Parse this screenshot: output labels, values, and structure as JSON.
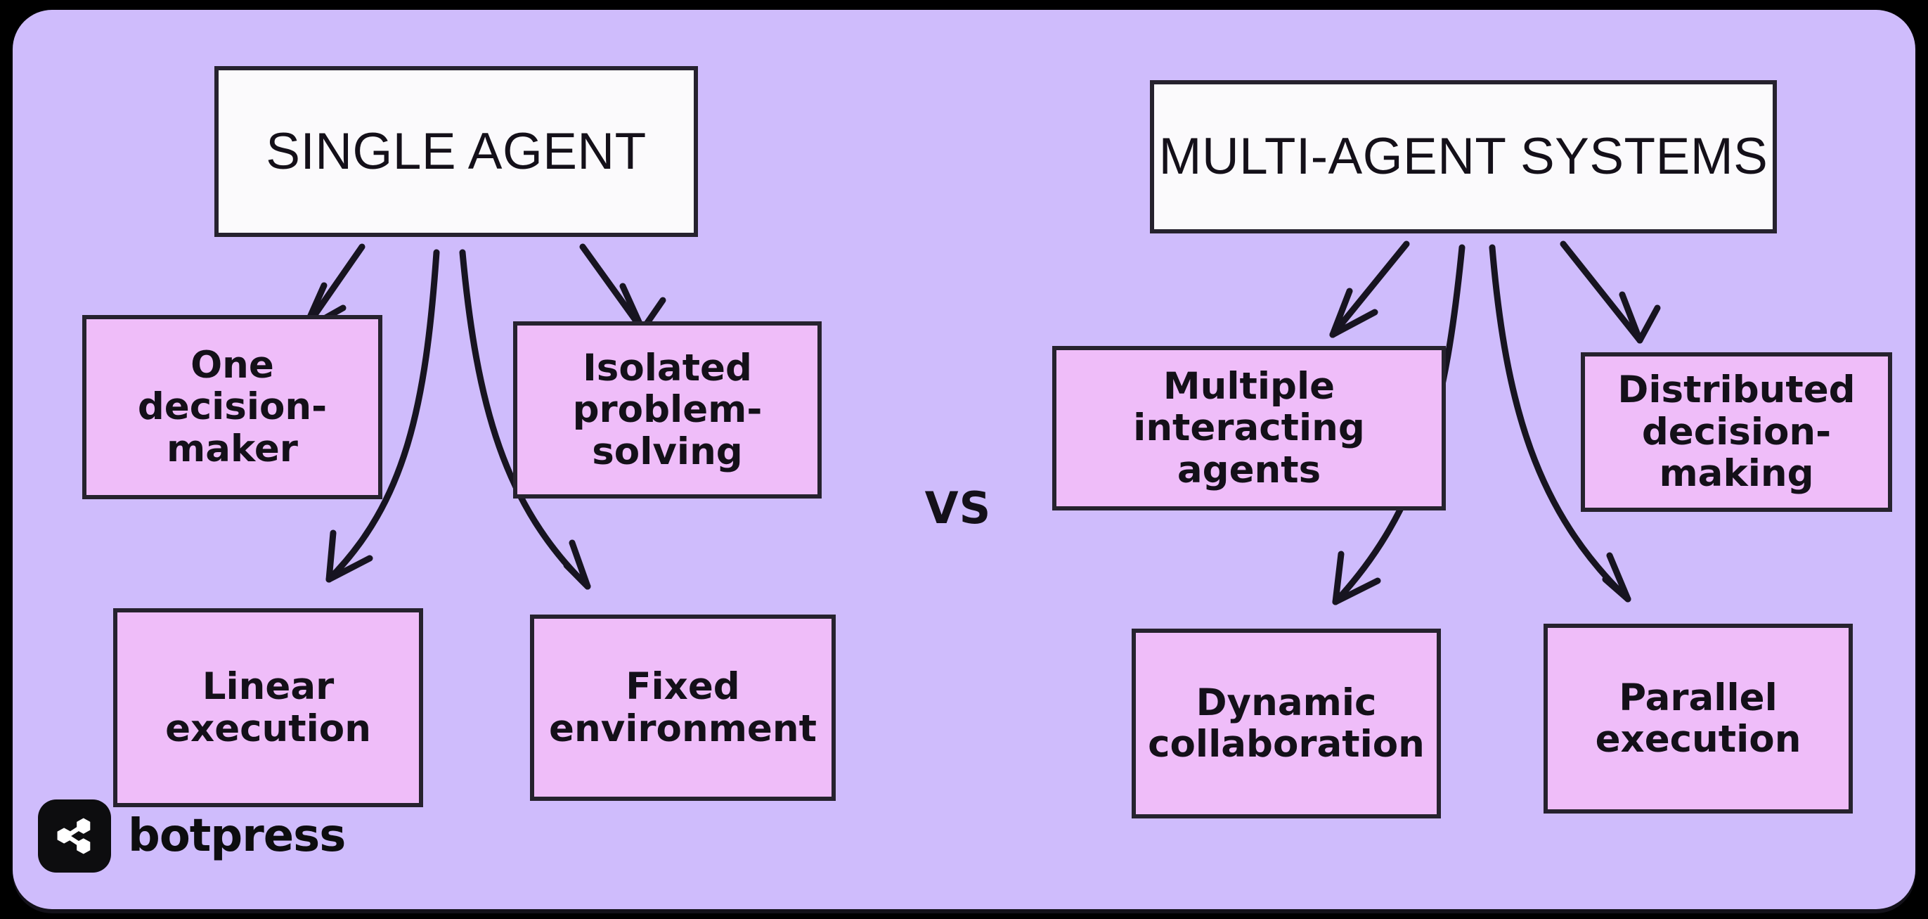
{
  "diagram": {
    "title_left": "SINGLE AGENT",
    "title_right": "MULTI-AGENT SYSTEMS",
    "comparator": "VS",
    "left_branch": {
      "root": "SINGLE AGENT",
      "children": [
        "One\ndecision-maker",
        "Isolated\nproblem-solving",
        "Linear\nexecution",
        "Fixed\nenvironment"
      ]
    },
    "right_branch": {
      "root": "MULTI-AGENT SYSTEMS",
      "children": [
        "Multiple\ninteracting agents",
        "Distributed\ndecision-making",
        "Dynamic\ncollaboration",
        "Parallel\nexecution"
      ]
    }
  },
  "nodes": {
    "single_agent": "SINGLE AGENT",
    "one_decision_maker": "One\ndecision-maker",
    "isolated_problem_solving": "Isolated\nproblem-solving",
    "linear_execution": "Linear\nexecution",
    "fixed_environment": "Fixed\nenvironment",
    "multi_agent_systems": "MULTI-AGENT SYSTEMS",
    "multiple_interacting_agents": "Multiple\ninteracting agents",
    "distributed_decision_making": "Distributed\ndecision-making",
    "dynamic_collaboration": "Dynamic\ncollaboration",
    "parallel_execution": "Parallel\nexecution"
  },
  "brand": {
    "name": "botpress",
    "mark_icon": "share-nodes-icon"
  },
  "colors": {
    "panel_background": "#cfbcfc",
    "leaf_fill": "#efbdf9",
    "title_fill": "#fbfafc",
    "stroke": "#26222e",
    "outer_background": "#000000",
    "brand_dark": "#0d0d0f"
  }
}
